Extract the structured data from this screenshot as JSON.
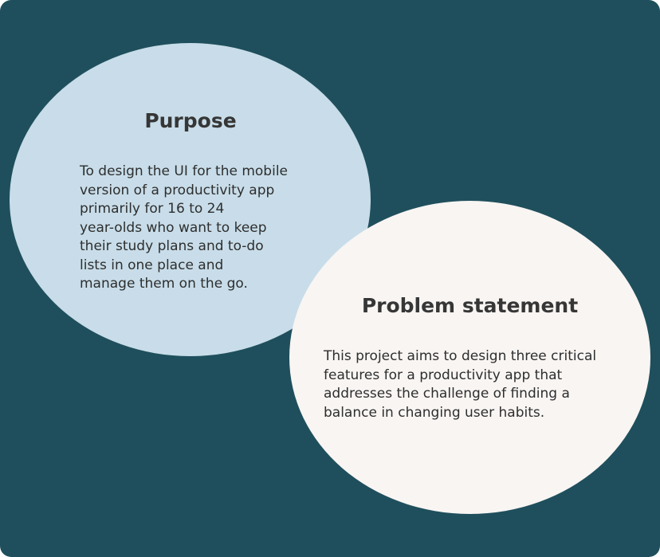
{
  "purpose": {
    "title": "Purpose",
    "text": "To design the UI for the mobile\nversion of a productivity app\nprimarily for 16 to 24\nyear-olds who want to keep\ntheir study plans and to-do\nlists in one place and\nmanage them on the go."
  },
  "problem": {
    "title": "Problem statement",
    "text": "This project aims to design three critical\nfeatures for a productivity app that\naddresses the challenge of finding a\nbalance in changing user habits."
  },
  "colors": {
    "background": "#1f4f5c",
    "purpose_fill": "#c8dde9",
    "problem_fill": "#f8f5f3",
    "text": "#363636"
  }
}
